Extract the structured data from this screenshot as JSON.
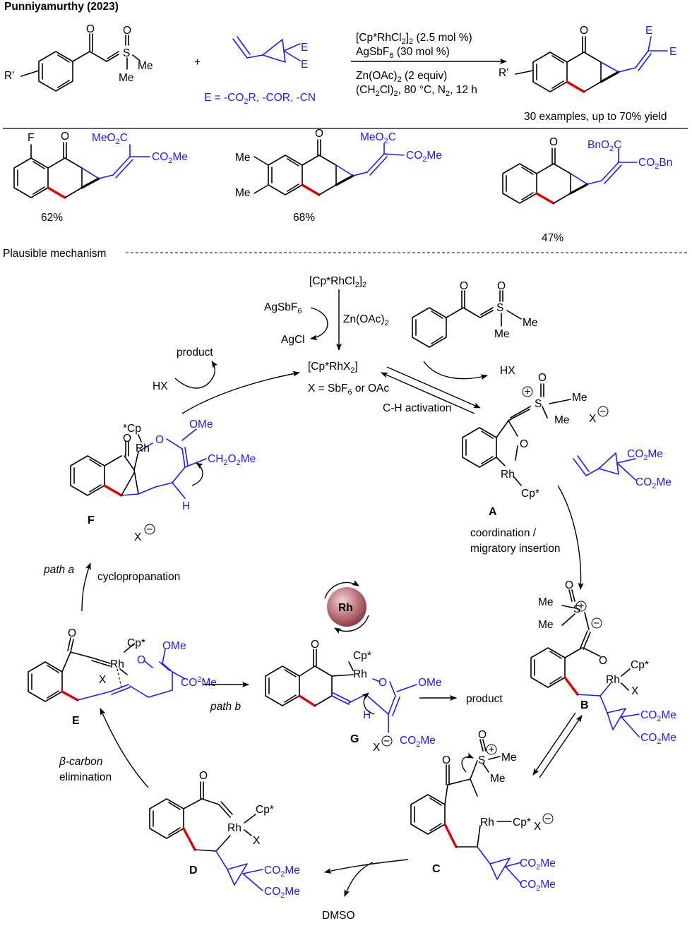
{
  "header": {
    "title": "Punniyamurthy (2023)"
  },
  "reaction": {
    "cond_line1": "[Cp*RhCl",
    "cond_line1_sub": "2",
    "cond_line1_end": "]",
    "cond_line1_sub2": "2",
    "cond_line1_tail": " (2.5 mol %)",
    "cond_line2": "AgSbF",
    "cond_line2_sub": "6",
    "cond_line2_tail": " (30 mol %)",
    "cond_line3": "Zn(OAc)",
    "cond_line3_sub": "2",
    "cond_line3_tail": " (2 equiv)",
    "cond_line4": "(CH",
    "cond_line4_sub": "2",
    "cond_line4_mid": "Cl)",
    "cond_line4_sub2": "2",
    "cond_line4_tail": ", 80 °C, N",
    "cond_line4_sub3": "2",
    "cond_line4_end": ", 12 h",
    "plus": "+",
    "e_def": "E = -CO",
    "e_def_sub": "2",
    "e_def_tail": "R, -COR, -CN",
    "scope_note": "30 examples, up to 70% yield",
    "r_prime": "R'",
    "atom_E": "E",
    "atom_O": "O",
    "atom_S": "S",
    "atom_Me": "Me"
  },
  "examples": [
    {
      "yield": "62%",
      "sub1": "F",
      "ester1": "MeO",
      "ester1_sub": "2",
      "ester1_tail": "C",
      "ester2": "CO",
      "ester2_sub": "2",
      "ester2_tail": "Me"
    },
    {
      "yield": "68%",
      "sub1": "Me",
      "sub2": "Me",
      "ester1": "MeO",
      "ester1_sub": "2",
      "ester1_tail": "C",
      "ester2": "CO",
      "ester2_sub": "2",
      "ester2_tail": "Me"
    },
    {
      "yield": "47%",
      "ester1": "BnO",
      "ester1_sub": "2",
      "ester1_tail": "C",
      "ester2": "CO",
      "ester2_sub": "2",
      "ester2_tail": "Bn"
    }
  ],
  "mechanism": {
    "heading": "Plausible mechanism",
    "catalyst_pre": "[Cp*RhCl",
    "catalyst_pre_sub": "2",
    "catalyst_pre_end": "]",
    "catalyst_pre_sub2": "2",
    "agsbf6": "AgSbF",
    "agsbf6_sub": "6",
    "zn": "Zn(OAc)",
    "zn_sub": "2",
    "agcl": "AgCl",
    "active": "[Cp*RhX",
    "active_sub": "2",
    "active_end": "]",
    "x_def": "X = SbF",
    "x_def_sub": "6",
    "x_def_tail": " or OAc",
    "ch_activation": "C-H activation",
    "hx": "HX",
    "product": "product",
    "coord": "coordination /",
    "insertion": "migratory insertion",
    "path_a": "path a",
    "path_b": "path b",
    "cyclopropanation": "cyclopropanation",
    "beta_elim_1": "β-carbon",
    "beta_elim_2": "elimination",
    "dmso": "DMSO",
    "rh_badge": "Rh",
    "labels": {
      "A": "A",
      "B": "B",
      "C": "C",
      "D": "D",
      "E": "E",
      "F": "F",
      "G": "G"
    },
    "atoms": {
      "Rh": "Rh",
      "Cp": "Cp*",
      "Cp_star_pre": "*Cp",
      "X": "X",
      "O": "O",
      "OMe": "OMe",
      "H": "H",
      "S": "S",
      "Me": "Me",
      "co2me": "CO",
      "co2me_sub": "2",
      "co2me_tail": "Me",
      "ch2o2me": "CH",
      "ch2o2me_sub": "2",
      "ch2o2me_mid": "O",
      "ch2o2me_sub2": "2",
      "ch2o2me_tail": "Me",
      "plus_charge": "+",
      "minus_charge": "−"
    }
  },
  "colors": {
    "scaffold": "#000000",
    "new_bond": "#e00000",
    "reagent": "#1a1aff",
    "badge_fill": "#a8545b",
    "badge_ring": "#000000"
  }
}
